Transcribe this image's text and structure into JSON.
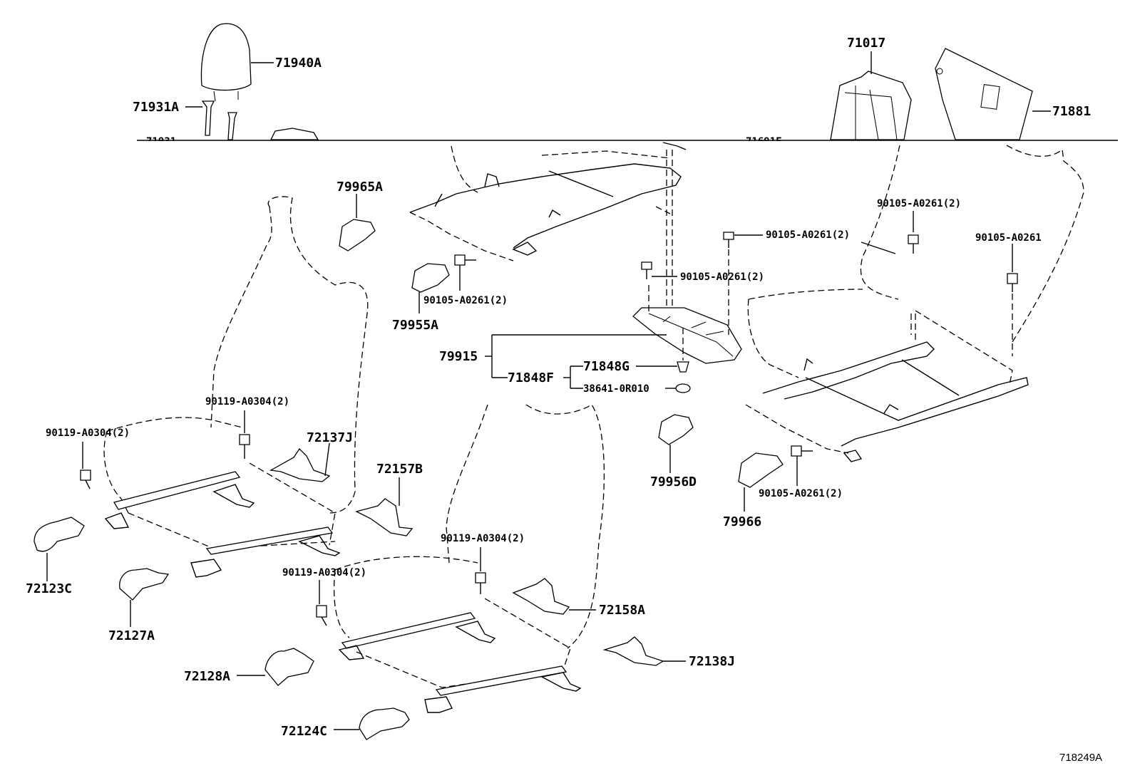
{
  "diagram_id": "718249A",
  "labels": {
    "l71940A": "71940A",
    "l71931A": "71931A",
    "l71017": "71017",
    "l71881": "71881",
    "l79965A": "79965A",
    "l79955A": "79955A",
    "b_90105_a": "90105-A0261(2)",
    "b_90105_b": "90105-A0261(2)",
    "b_90105_c": "90105-A0261(2)",
    "b_90105_d": "90105-A0261(2)",
    "b_90105_e": "90105-A0261",
    "b_90105_f": "90105-A0261(2)",
    "l79915": "79915",
    "l71848F": "71848F",
    "l71848G": "71848G",
    "l38641": "38641-0R010",
    "l79956D": "79956D",
    "l79966": "79966",
    "b_90119_a": "90119-A0304(2)",
    "b_90119_b": "90119-A0304(2)",
    "b_90119_c": "90119-A0304(2)",
    "b_90119_d": "90119-A0304(2)",
    "l72137J": "72137J",
    "l72157B": "72157B",
    "l72123C": "72123C",
    "l72127A": "72127A",
    "l72128A": "72128A",
    "l72124C": "72124C",
    "l72158A": "72158A",
    "l72138J": "72138J"
  }
}
